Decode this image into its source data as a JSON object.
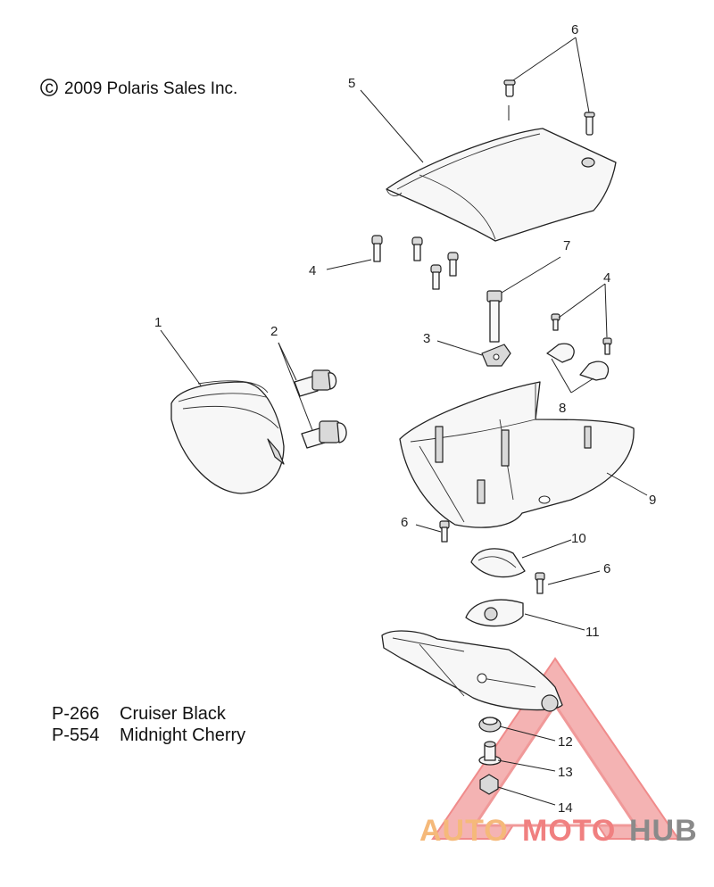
{
  "copyright": "2009 Polaris Sales Inc.",
  "copyright_symbol": "c",
  "callouts": {
    "c1": "1",
    "c2": "2",
    "c3": "3",
    "c4a": "4",
    "c4b": "4",
    "c5": "5",
    "c6a": "6",
    "c6b": "6",
    "c6c": "6",
    "c7": "7",
    "c8": "8",
    "c9": "9",
    "c10": "10",
    "c11": "11",
    "c12": "12",
    "c13": "13",
    "c14": "14"
  },
  "notes": [
    {
      "code": "P-266",
      "name": "Cruiser Black"
    },
    {
      "code": "P-554",
      "name": "Midnight Cherry"
    }
  ],
  "watermark": {
    "part1": "AUTO",
    "part2": "MOTO",
    "part3": "HUB"
  },
  "colors": {
    "watermark_orange": "#f5b97a",
    "watermark_red": "#f08080",
    "watermark_gray": "#8a8a8a",
    "line": "#222222"
  }
}
